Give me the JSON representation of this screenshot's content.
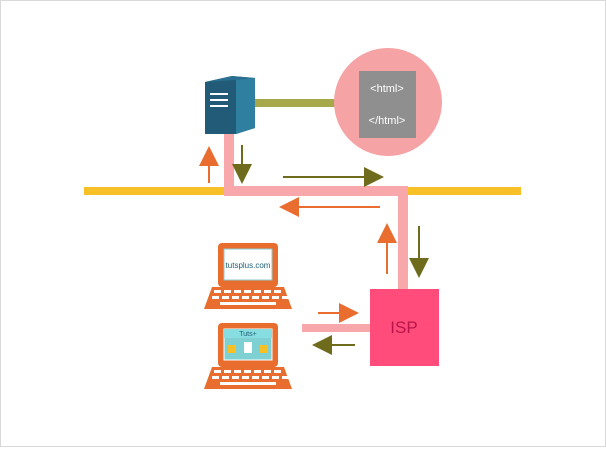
{
  "diagram": {
    "server_page": {
      "open_tag": "<html>",
      "close_tag": "</html>"
    },
    "laptop_top": {
      "screen_text": "tutsplus.com"
    },
    "laptop_bottom": {
      "screen_text": "Tuts+"
    },
    "isp": {
      "label": "ISP"
    }
  },
  "colors": {
    "frame_border": "#d9d9d9",
    "network_line": "#f6c026",
    "connection_pink": "#f8a8aa",
    "olive_link": "#a7a84a",
    "page_circle": "#f6a3a5",
    "page_doc": "#8f8f8f",
    "server_dark": "#215b78",
    "server_light": "#2e7fa0",
    "laptop_orange": "#e86d2f",
    "laptop_screen": "#7fd0d3",
    "isp_box": "#ff4c7a",
    "isp_text": "#b8154a",
    "arrow_orange": "#e86d2f",
    "arrow_olive": "#6f6b1c"
  },
  "icons": {
    "server": "server-icon",
    "laptop": "laptop-icon",
    "document": "html-document-icon"
  }
}
